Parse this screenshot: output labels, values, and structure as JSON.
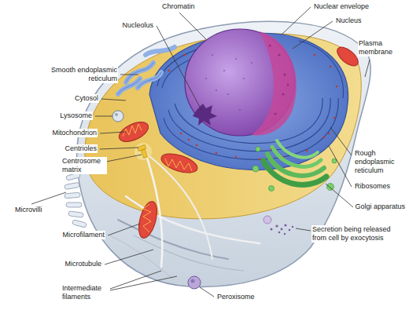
{
  "diagram": {
    "labels": [
      "Chromatin",
      "Nucleolus",
      "Nuclear envelope",
      "Nucleus",
      "Plasma membrane",
      "Smooth endoplasmic reticulum",
      "Cytosol",
      "Lysosome",
      "Mitochondrion",
      "Centrioles",
      "Centrosome matrix",
      "Microvilli",
      "Microfilament",
      "Microtubule",
      "Intermediate filaments",
      "Peroxisome",
      "Rough endoplasmic reticulum",
      "Ribosomes",
      "Golgi apparatus",
      "Secretion being released from cell by exocytosis"
    ]
  }
}
